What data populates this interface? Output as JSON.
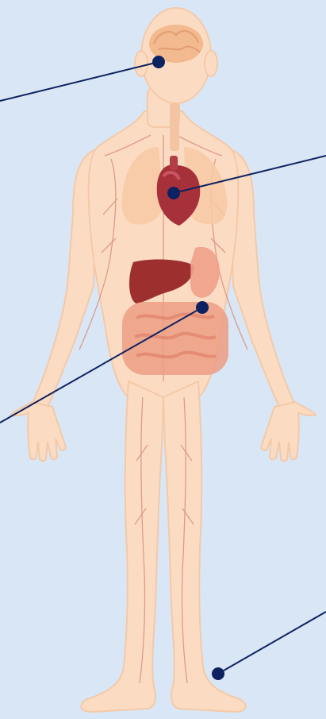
{
  "colors": {
    "background": "#d9e6f5",
    "skin": "#fbdcc3",
    "skin_edge": "#f4c9a8",
    "skin_shadow": "#f1c3a0",
    "vessel": "#d98a78",
    "brain": "#f3b98f",
    "lungs": "#f7c9a3",
    "heart": "#a7313a",
    "liver": "#9e2f2f",
    "stomach": "#f0a08a",
    "intestine": "#ee9e84",
    "callout": "#0d2260"
  },
  "callouts": [
    {
      "target": "brain"
    },
    {
      "target": "heart"
    },
    {
      "target": "stomach"
    },
    {
      "target": "foot"
    }
  ]
}
